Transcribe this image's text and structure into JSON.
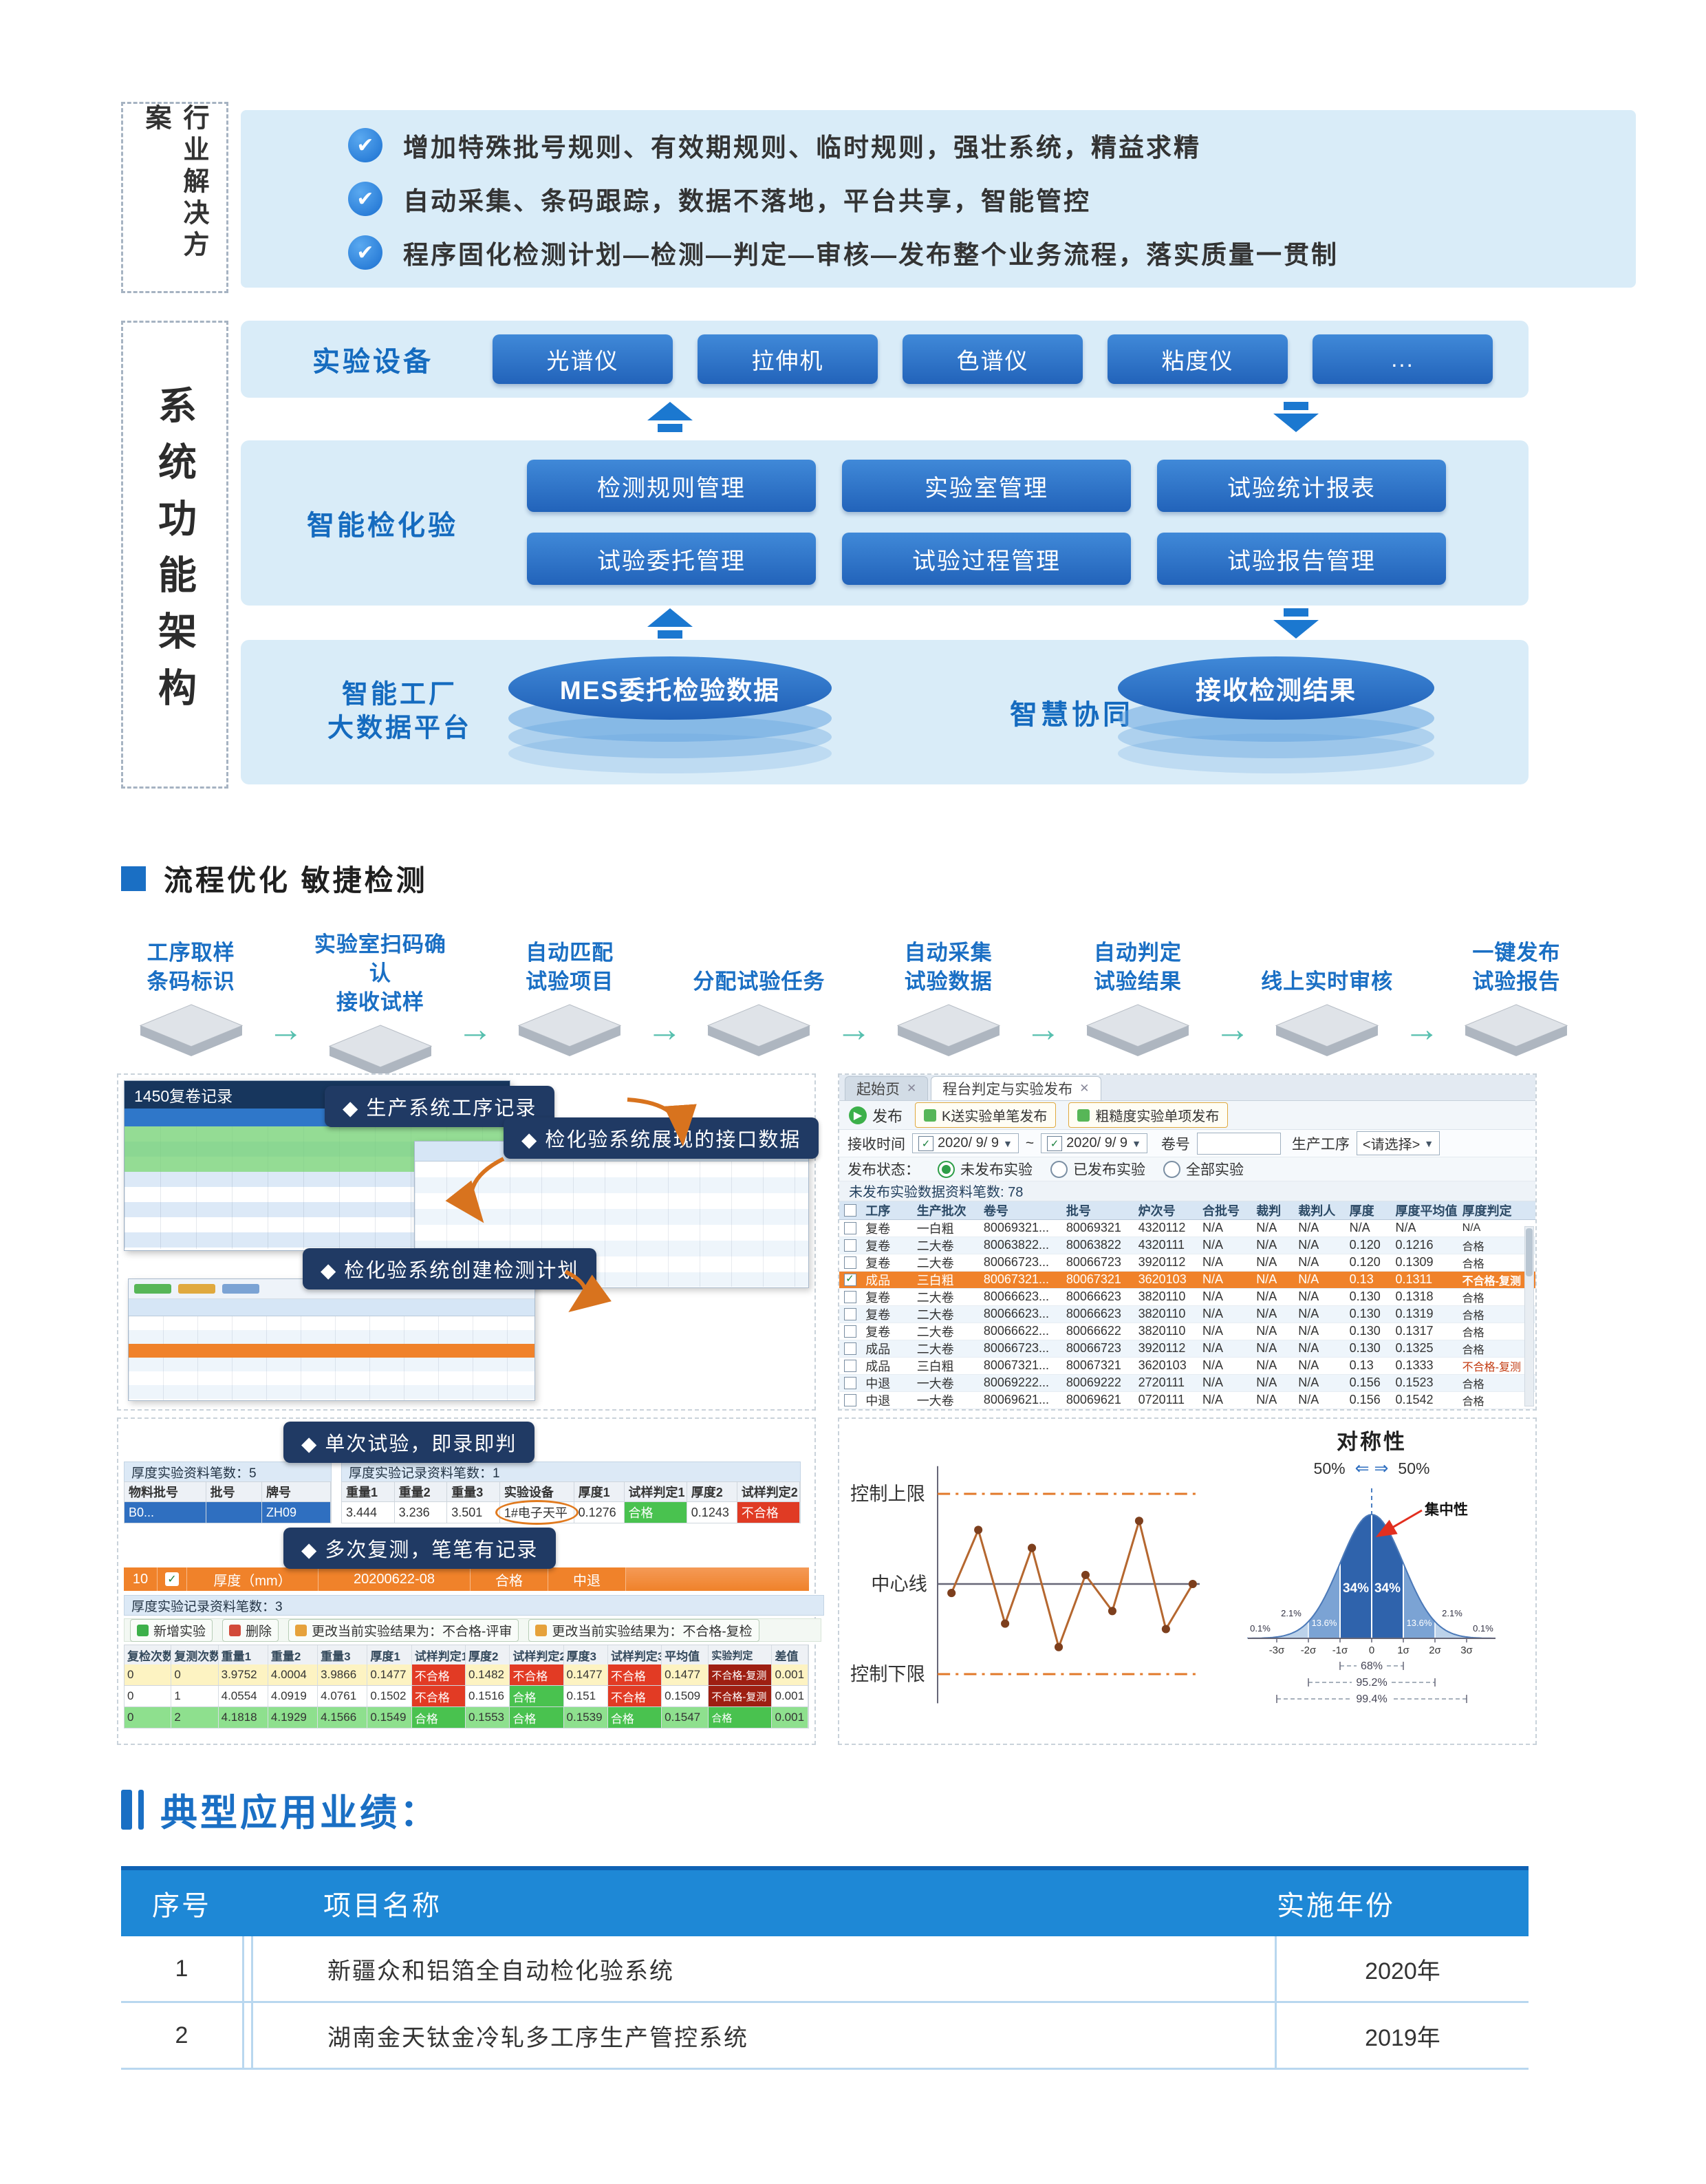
{
  "colors": {
    "accent": "#1a6fc4",
    "panel_blue": "#d9ecf8",
    "button_blue": "#2b72c8",
    "ribbon_navy": "#203a64",
    "highlight_orange": "#f0822a"
  },
  "solution": {
    "side_label": "行业解决方案",
    "bullets": [
      "增加特殊批号规则、有效期规则、临时规则，强壮系统，精益求精",
      "自动采集、条码跟踪，数据不落地，平台共享，智能管控",
      "程序固化检测计划—检测—判定—审核—发布整个业务流程，落实质量一贯制"
    ]
  },
  "architecture": {
    "side_label": "系统功能架构",
    "equipment": {
      "label": "实验设备",
      "buttons": [
        "光谱仪",
        "拉伸机",
        "色谱仪",
        "粘度仪",
        "..."
      ]
    },
    "lims": {
      "label": "智能检化验",
      "row1": [
        "检测规则管理",
        "实验室管理",
        "试验统计报表"
      ],
      "row2": [
        "试验委托管理",
        "试验过程管理",
        "试验报告管理"
      ]
    },
    "platform": {
      "label1": "智能工厂",
      "label2": "大数据平台",
      "mes": "MES委托检验数据",
      "collab": "智慧协同",
      "receive": "接收检测结果"
    }
  },
  "process": {
    "title": "流程优化 敏捷检测",
    "steps": [
      {
        "l1": "工序取样",
        "l2": "条码标识"
      },
      {
        "l1": "实验室扫码确认",
        "l2": "接收试样"
      },
      {
        "l1": "自动匹配",
        "l2": "试验项目"
      },
      {
        "l1": "分配试验任务",
        "l2": ""
      },
      {
        "l1": "自动采集",
        "l2": "试验数据"
      },
      {
        "l1": "自动判定",
        "l2": "试验结果"
      },
      {
        "l1": "线上实时审核",
        "l2": ""
      },
      {
        "l1": "一键发布",
        "l2": "试验报告"
      }
    ]
  },
  "screens": {
    "mes_title": "1450复卷记录",
    "ribbon_prod": "◆ 生产系统工序记录",
    "ribbon_interface": "◆ 检化验系统展现的接口数据",
    "ribbon_plan": "◆ 检化验系统创建检测计划",
    "publish": {
      "tabs": [
        "起始页",
        "程台判定与实验发布"
      ],
      "toolbar_publish": "发布",
      "toolbar_btn1": "K送实验单笔发布",
      "toolbar_btn2": "粗糙度实验单项发布",
      "filter_time_label": "接收时间",
      "date_from": "2020/ 9/ 9",
      "tilde": "~",
      "date_to": "2020/ 9/ 9",
      "coil_label": "卷号",
      "process_label": "生产工序",
      "process_value": "<请选择>",
      "status_label": "发布状态：",
      "status_options": [
        "未发布实验",
        "已发布实验",
        "全部实验"
      ],
      "count_text": "未发布实验数据资料笔数: 78",
      "headers": [
        "工序",
        "生产批次",
        "卷号",
        "批号",
        "炉次号",
        "合批号",
        "裁判",
        "裁判人",
        "厚度",
        "厚度平均值",
        "厚度判定"
      ],
      "selected_row": 3,
      "rows": [
        [
          "复卷",
          "一白粗",
          "80069321...",
          "80069321",
          "4320112",
          "N/A",
          "N/A",
          "N/A",
          "N/A",
          "N/A",
          "N/A"
        ],
        [
          "复卷",
          "二大卷",
          "80063822...",
          "80063822",
          "4320111",
          "N/A",
          "N/A",
          "N/A",
          "0.120",
          "0.1216",
          "合格"
        ],
        [
          "复卷",
          "二大卷",
          "80066723...",
          "80066723",
          "3920112",
          "N/A",
          "N/A",
          "N/A",
          "0.120",
          "0.1309",
          "合格"
        ],
        [
          "成品",
          "三白粗",
          "80067321...",
          "80067321",
          "3620103",
          "N/A",
          "N/A",
          "N/A",
          "0.13",
          "0.1311",
          "不合格-复测"
        ],
        [
          "复卷",
          "二大卷",
          "80066623...",
          "80066623",
          "3820110",
          "N/A",
          "N/A",
          "N/A",
          "0.130",
          "0.1318",
          "合格"
        ],
        [
          "复卷",
          "二大卷",
          "80066623...",
          "80066623",
          "3820110",
          "N/A",
          "N/A",
          "N/A",
          "0.130",
          "0.1319",
          "合格"
        ],
        [
          "复卷",
          "二大卷",
          "80066622...",
          "80066622",
          "3820110",
          "N/A",
          "N/A",
          "N/A",
          "0.130",
          "0.1317",
          "合格"
        ],
        [
          "成品",
          "二大卷",
          "80066723...",
          "80066723",
          "3920112",
          "N/A",
          "N/A",
          "N/A",
          "0.130",
          "0.1325",
          "合格"
        ],
        [
          "成品",
          "三白粗",
          "80067321...",
          "80067321",
          "3620103",
          "N/A",
          "N/A",
          "N/A",
          "0.13",
          "0.1333",
          "不合格-复测"
        ],
        [
          "中退",
          "一大卷",
          "80069222...",
          "80069222",
          "2720111",
          "N/A",
          "N/A",
          "N/A",
          "0.156",
          "0.1523",
          "合格"
        ],
        [
          "中退",
          "一大卷",
          "80069621...",
          "80069621",
          "0720111",
          "N/A",
          "N/A",
          "N/A",
          "0.156",
          "0.1542",
          "合格"
        ]
      ]
    },
    "single": {
      "ribbon": "◆ 单次试验，即录即判",
      "caption_left": "厚度实验资料笔数：5",
      "caption_right": "厚度实验记录资料笔数：1",
      "headers_left": [
        "物料批号",
        "批号",
        "牌号"
      ],
      "row_left": [
        "B0...",
        "",
        "ZH09"
      ],
      "headers_right": [
        "重量1",
        "重量2",
        "重量3",
        "实验设备",
        "厚度1",
        "试样判定1",
        "厚度2",
        "试样判定2"
      ],
      "row_right": [
        "3.444",
        "3.236",
        "3.501",
        "1#电子天平",
        "0.1276",
        "合格",
        "0.1243",
        "不合格"
      ]
    },
    "retest": {
      "ribbon": "◆ 多次复测，笔笔有记录",
      "orange_row": [
        "10",
        "厚度（mm）",
        "20200622-08",
        "合格",
        "中退"
      ],
      "caption": "厚度实验记录资料笔数：3",
      "toolbar": [
        "新增实验",
        "删除",
        "更改当前实验结果为：不合格-评审",
        "更改当前实验结果为：不合格-复检"
      ],
      "headers": [
        "复检次数",
        "复测次数",
        "重量1",
        "重量2",
        "重量3",
        "厚度1",
        "试样判定1",
        "厚度2",
        "试样判定2",
        "厚度3",
        "试样判定3",
        "平均值",
        "实验判定",
        "差值"
      ],
      "row_styles": [
        "warn",
        "plain",
        "pass"
      ],
      "rows": [
        [
          "0",
          "0",
          "3.9752",
          "4.0004",
          "3.9866",
          "0.1477",
          "不合格",
          "0.1482",
          "不合格",
          "0.1477",
          "不合格",
          "0.1477",
          "不合格-复测",
          "0.001"
        ],
        [
          "0",
          "1",
          "4.0554",
          "4.0919",
          "4.0761",
          "0.1502",
          "不合格",
          "0.1516",
          "合格",
          "0.151",
          "不合格",
          "0.1509",
          "不合格-复测",
          "0.001"
        ],
        [
          "0",
          "2",
          "4.1818",
          "4.1929",
          "4.1566",
          "0.1549",
          "合格",
          "0.1553",
          "合格",
          "0.1539",
          "合格",
          "0.1547",
          "合格",
          "0.001"
        ]
      ]
    }
  },
  "spc": {
    "control": {
      "upper": "控制上限",
      "center": "中心线",
      "lower": "控制下限",
      "points": [
        0.55,
        0.2,
        0.72,
        0.3,
        0.85,
        0.45,
        0.65,
        0.15,
        0.75,
        0.5
      ]
    },
    "bell": {
      "title": "对称性",
      "fifty_left": "50%",
      "fifty_right": "50%",
      "concentration": "集中性",
      "pct_34_l": "34%",
      "pct_34_r": "34%",
      "pct_136_l": "13.6%",
      "pct_136_r": "13.6%",
      "pct_21_l": "2.1%",
      "pct_21_r": "2.1%",
      "pct_01_l": "0.1%",
      "pct_01_r": "0.1%",
      "axis": [
        "-3σ",
        "-2σ",
        "-1σ",
        "0",
        "1σ",
        "2σ",
        "3σ"
      ],
      "b68": "68%",
      "b95": "95.2%",
      "b99": "99.4%"
    }
  },
  "achievements": {
    "title": "典型应用业绩：",
    "headers": [
      "序号",
      "项目名称",
      "实施年份"
    ],
    "rows": [
      [
        "1",
        "新疆众和铝箔全自动检化验系统",
        "2020年"
      ],
      [
        "2",
        "湖南金天钛金冷轧多工序生产管控系统",
        "2019年"
      ]
    ]
  }
}
